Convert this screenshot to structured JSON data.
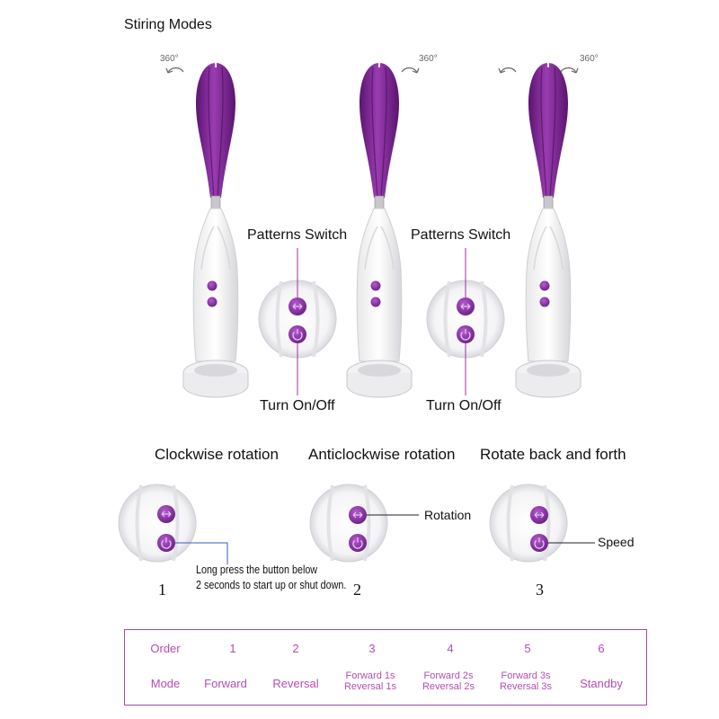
{
  "title": "Stiring Modes",
  "degree_label": "360°",
  "callouts": {
    "patterns_switch": "Patterns Switch",
    "turn_on_off": "Turn On/Off",
    "rotation": "Rotation",
    "speed": "Speed"
  },
  "modes": {
    "clockwise": "Clockwise rotation",
    "anticlockwise": "Anticlockwise rotation",
    "back_forth": "Rotate back and forth"
  },
  "note": {
    "line1": "Long press the button below",
    "line2": "2 seconds to start up or shut down."
  },
  "steps": [
    "1",
    "2",
    "3"
  ],
  "table": {
    "row_labels": {
      "order": "Order",
      "mode": "Mode"
    },
    "columns": [
      {
        "order": "1",
        "mode": [
          "Forward"
        ]
      },
      {
        "order": "2",
        "mode": [
          "Reversal"
        ]
      },
      {
        "order": "3",
        "mode": [
          "Forward  1s",
          "Reversal 1s"
        ]
      },
      {
        "order": "4",
        "mode": [
          "Forward  2s",
          "Reversal 2s"
        ]
      },
      {
        "order": "5",
        "mode": [
          "Forward  3s",
          "Reversal 3s"
        ]
      },
      {
        "order": "6",
        "mode": [
          "Standby"
        ]
      }
    ]
  },
  "colors": {
    "purple": "#7b2a8c",
    "purple_light": "#9c3fb0",
    "table_text": "#b44db2",
    "table_border": "#a24d9e"
  }
}
